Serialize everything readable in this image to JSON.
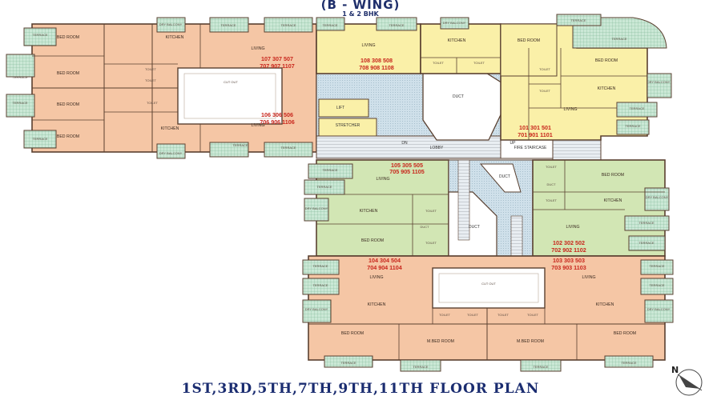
{
  "header": {
    "title": "(B - WING)",
    "subtitle": "1 & 2 BHK"
  },
  "footer": {
    "plan_title": "1ST,3RD,5TH,7TH,9TH,11TH FLOOR PLAN"
  },
  "colors": {
    "flat_peach": "#f5c6a5",
    "flat_yellow": "#faf0a8",
    "flat_green": "#d2e6b4",
    "core_blue": "#cfe0ea",
    "terrace_green": "#cbe8d6",
    "wall": "#5a4030",
    "flat_number": "#c8261c",
    "title": "#1f2f6b"
  },
  "flats": {
    "f07": {
      "line1": "107  307  507",
      "line2": "707  907  1107"
    },
    "f06": {
      "line1": "106  306  506",
      "line2": "706  906  1106"
    },
    "f08": {
      "line1": "108  308  508",
      "line2": "708  908  1108"
    },
    "f01": {
      "line1": "101  301  501",
      "line2": "701  901  1101"
    },
    "f05": {
      "line1": "105  305  505",
      "line2": "705  905  1105"
    },
    "f02": {
      "line1": "102  302  502",
      "line2": "702  902  1102"
    },
    "f04": {
      "line1": "104  304  504",
      "line2": "704  904  1104"
    },
    "f03": {
      "line1": "103  303  503",
      "line2": "703  903  1103"
    }
  },
  "labels": {
    "bed_room": "BED ROOM",
    "m_bed_room": "M.BED ROOM",
    "kitchen": "KITCHEN",
    "living": "LIVING",
    "toilet": "TOILET",
    "terrace": "TERRACE",
    "dry_balcony": "DRY BALCONY",
    "cut_out": "CUT OUT",
    "duct": "DUCT",
    "lift": "LIFT",
    "stretcher": "STRETCHER",
    "fire_staircase": "FIRE STAIRCASE",
    "up": "UP",
    "dn": "DN",
    "lobby": "LOBBY"
  },
  "compass": {
    "north": "N"
  }
}
